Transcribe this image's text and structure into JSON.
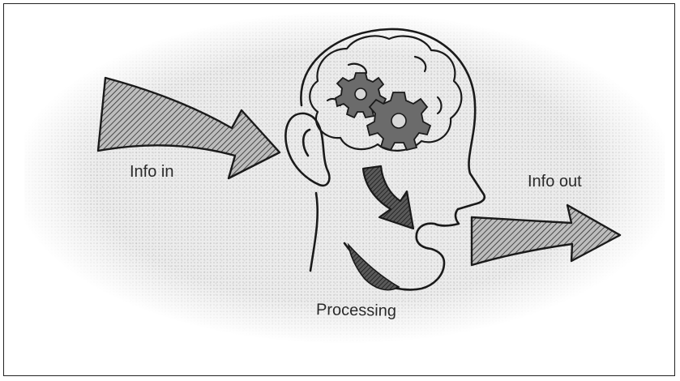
{
  "labels": {
    "info_in": "Info in",
    "info_out": "Info out",
    "processing": "Processing"
  },
  "colors": {
    "ink": "#1a1a1a",
    "hatch_dark": "#2b2b2b",
    "gear_fill": "#6b6b6b",
    "paper": "#ececec"
  },
  "icons": [
    "arrow-in-icon",
    "arrow-out-icon",
    "head-icon",
    "brain-icon",
    "gear-icon",
    "gear-icon",
    "curved-arrow-icon"
  ]
}
